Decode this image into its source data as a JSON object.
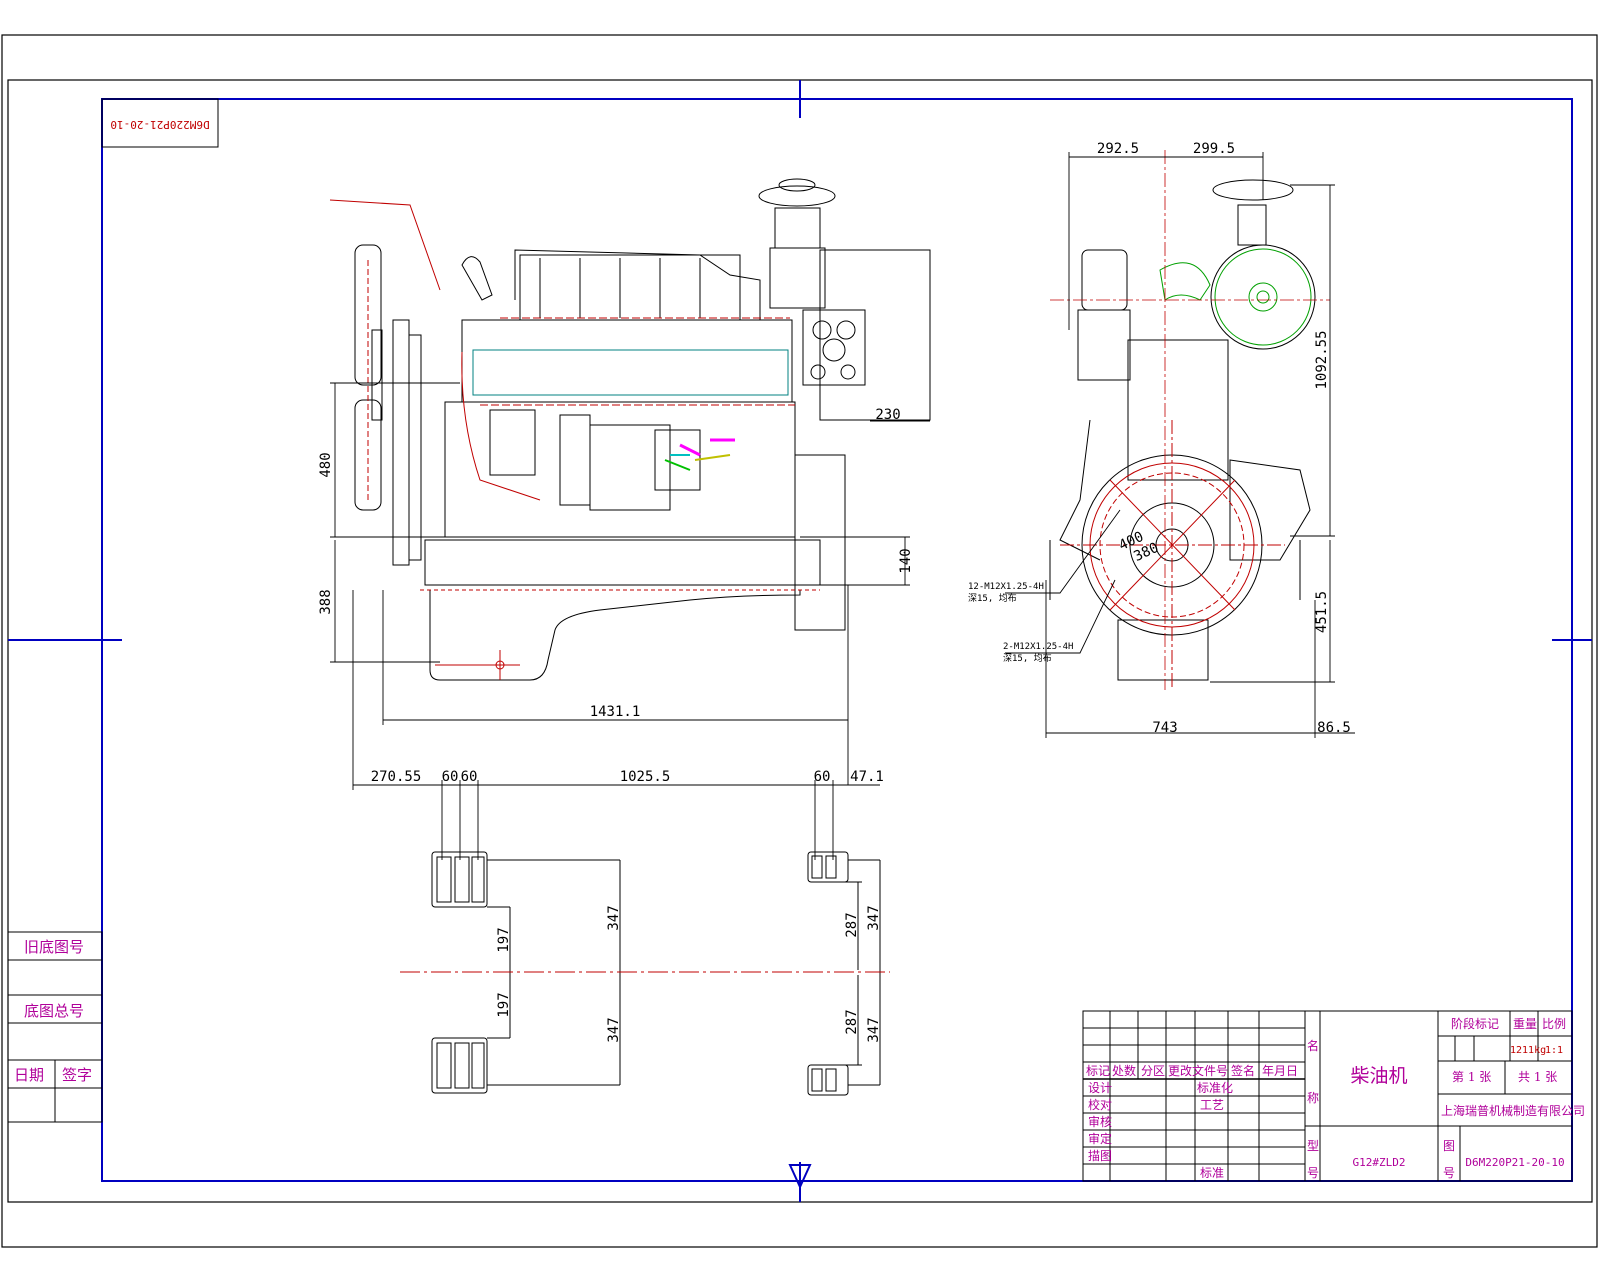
{
  "drawing_number_stamp": "D6M220P21-20-10",
  "side_view": {
    "dimensions": [
      "480",
      "388",
      "140",
      "230",
      "1431.1",
      "270.55",
      "60",
      "60",
      "1025.5",
      "60",
      "47.1"
    ]
  },
  "foot_details": {
    "dimensions": [
      "197",
      "197",
      "347",
      "347",
      "287",
      "287",
      "347",
      "347"
    ]
  },
  "front_view": {
    "dimensions": [
      "292.5",
      "299.5",
      "1092.55",
      "451.5",
      "743",
      "86.5",
      "400",
      "380"
    ],
    "callouts": [
      {
        "thread": "12-M12X1.25-4H",
        "note": "深15, 均布"
      },
      {
        "thread": "2-M12X1.25-4H",
        "note": "深15, 均布"
      }
    ]
  },
  "left_side_table": {
    "old_drawing_no": "旧底图号",
    "base_drawing_total": "底图总号",
    "date": "日期",
    "signature": "签字"
  },
  "title_block": {
    "revision_headers": [
      "标记",
      "处数",
      "分区",
      "更改文件号",
      "签名",
      "年月日"
    ],
    "roles_left": [
      "设计",
      "校对",
      "审核",
      "审定",
      "描图"
    ],
    "roles_right": [
      "标准化",
      "工艺",
      "",
      "",
      "标准"
    ],
    "name_label_1": "名",
    "name_label_2": "称",
    "model_label_1": "型",
    "model_label_2": "号",
    "product_name": "柴油机",
    "model": "G12#ZLD2",
    "stage_mark": "阶段标记",
    "weight_label": "重量",
    "scale_label": "比例",
    "weight_value": "1211kg",
    "scale_value": "1:1",
    "sheet_no": "第 1 张",
    "sheet_total": "共 1 张",
    "company": "上海瑞普机械制造有限公司",
    "drawing_label_1": "图",
    "drawing_label_2": "号",
    "drawing_no": "D6M220P21-20-10"
  }
}
